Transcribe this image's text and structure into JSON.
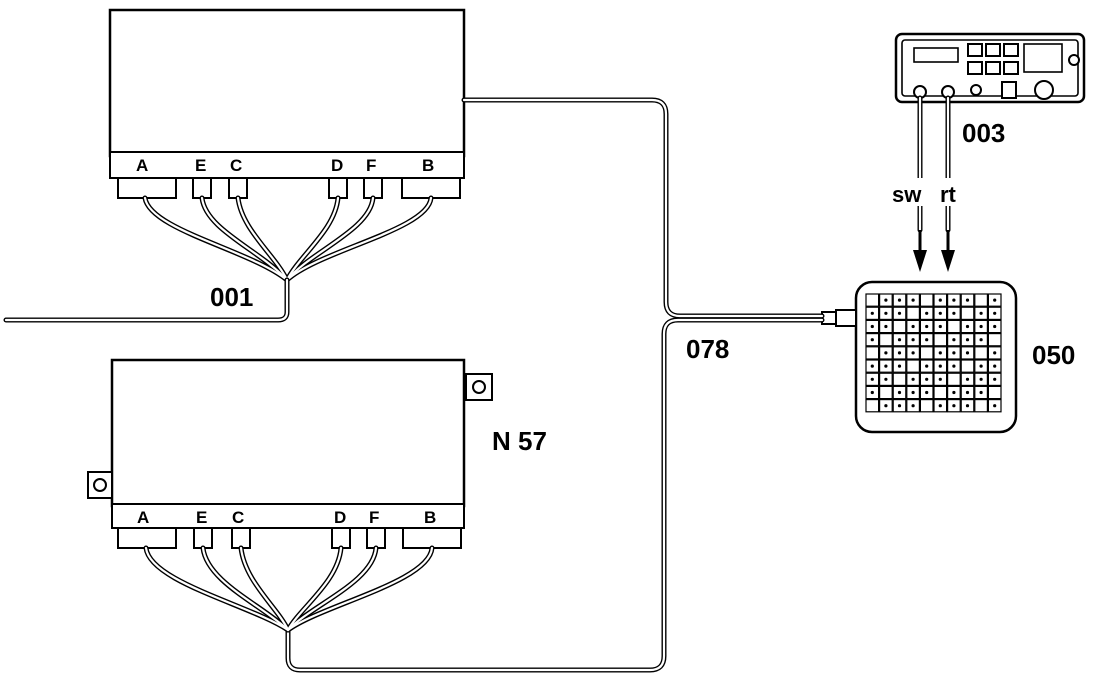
{
  "labels": {
    "harness": "001",
    "tester": "003",
    "cable": "078",
    "keypad": "050",
    "control_unit": "N 57",
    "wire_black": "sw",
    "wire_red": "rt"
  },
  "ports": {
    "a": "A",
    "e": "E",
    "c": "C",
    "d": "D",
    "f": "F",
    "b": "B"
  }
}
